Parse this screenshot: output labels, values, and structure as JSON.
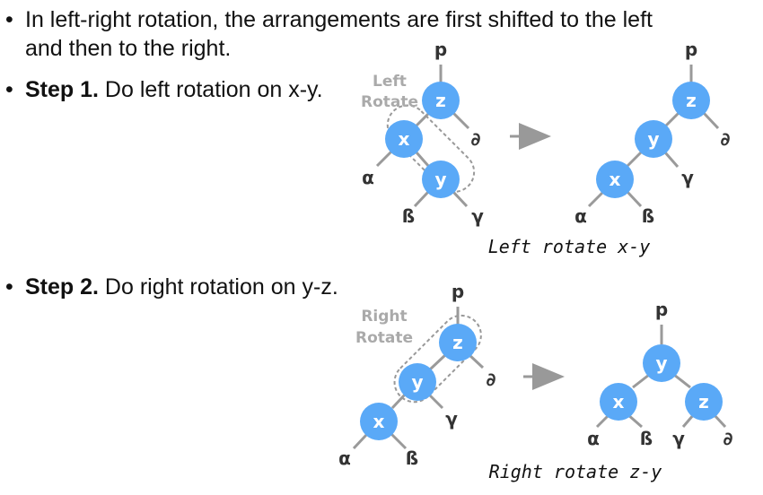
{
  "bullets": {
    "intro_line1": "In left-right rotation, the arrangements are first shifted to the left",
    "intro_line2": "and then to the right.",
    "step1_bold": "Step 1.",
    "step1_text": " Do left rotation on x-y.",
    "step2_bold": "Step 2.",
    "step2_text": " Do right rotation on y-z."
  },
  "labels": {
    "left_rotate_1": "Left",
    "left_rotate_2": "Rotate",
    "right_rotate_1": "Right",
    "right_rotate_2": "Rotate",
    "caption1": "Left rotate x-y",
    "caption2": "Right rotate z-y"
  },
  "nodes": {
    "x": "x",
    "y": "y",
    "z": "z",
    "p": "p",
    "alpha": "α",
    "beta": "ß",
    "gamma": "γ",
    "delta": "∂"
  },
  "colors": {
    "node_fill": "#5aa9f7",
    "edge": "#9a9a9a",
    "dashed": "#999999",
    "arrow": "#999999"
  }
}
